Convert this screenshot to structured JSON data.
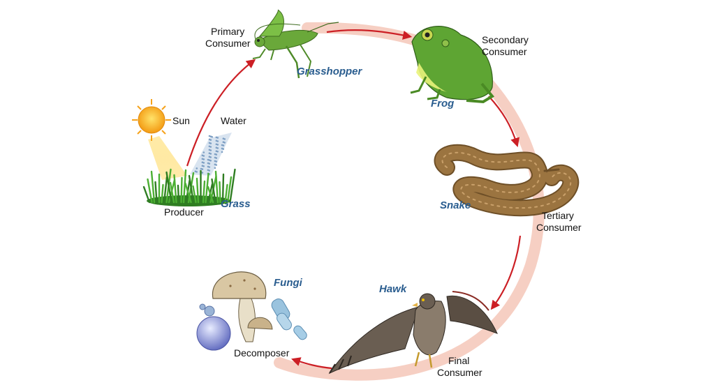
{
  "diagram": {
    "sun": "Sun",
    "water": "Water",
    "grass": {
      "organism": "Grass",
      "role": "Producer"
    },
    "grasshopper": {
      "organism": "Grasshopper",
      "role_line1": "Primary",
      "role_line2": "Consumer"
    },
    "frog": {
      "organism": "Frog",
      "role_line1": "Secondary",
      "role_line2": "Consumer"
    },
    "snake": {
      "organism": "Snake",
      "role_line1": "Tertiary",
      "role_line2": "Consumer"
    },
    "hawk": {
      "organism": "Hawk",
      "role_line1": "Final",
      "role_line2": "Consumer"
    },
    "fungi": {
      "organism": "Fungi",
      "role": "Decomposer"
    }
  },
  "colors": {
    "ring": "#f6cfc3",
    "arrow": "#cc1f25",
    "organism_label": "#2a5d8f",
    "sun": "#f6a21a",
    "grass": "#3f9a2a",
    "grasshopper": "#6aa83a",
    "frog": "#5ea533",
    "snake": "#9b7440",
    "hawk": "#4a4036",
    "mushroom": "#d9c7a3",
    "water": "#7fa0c4"
  }
}
